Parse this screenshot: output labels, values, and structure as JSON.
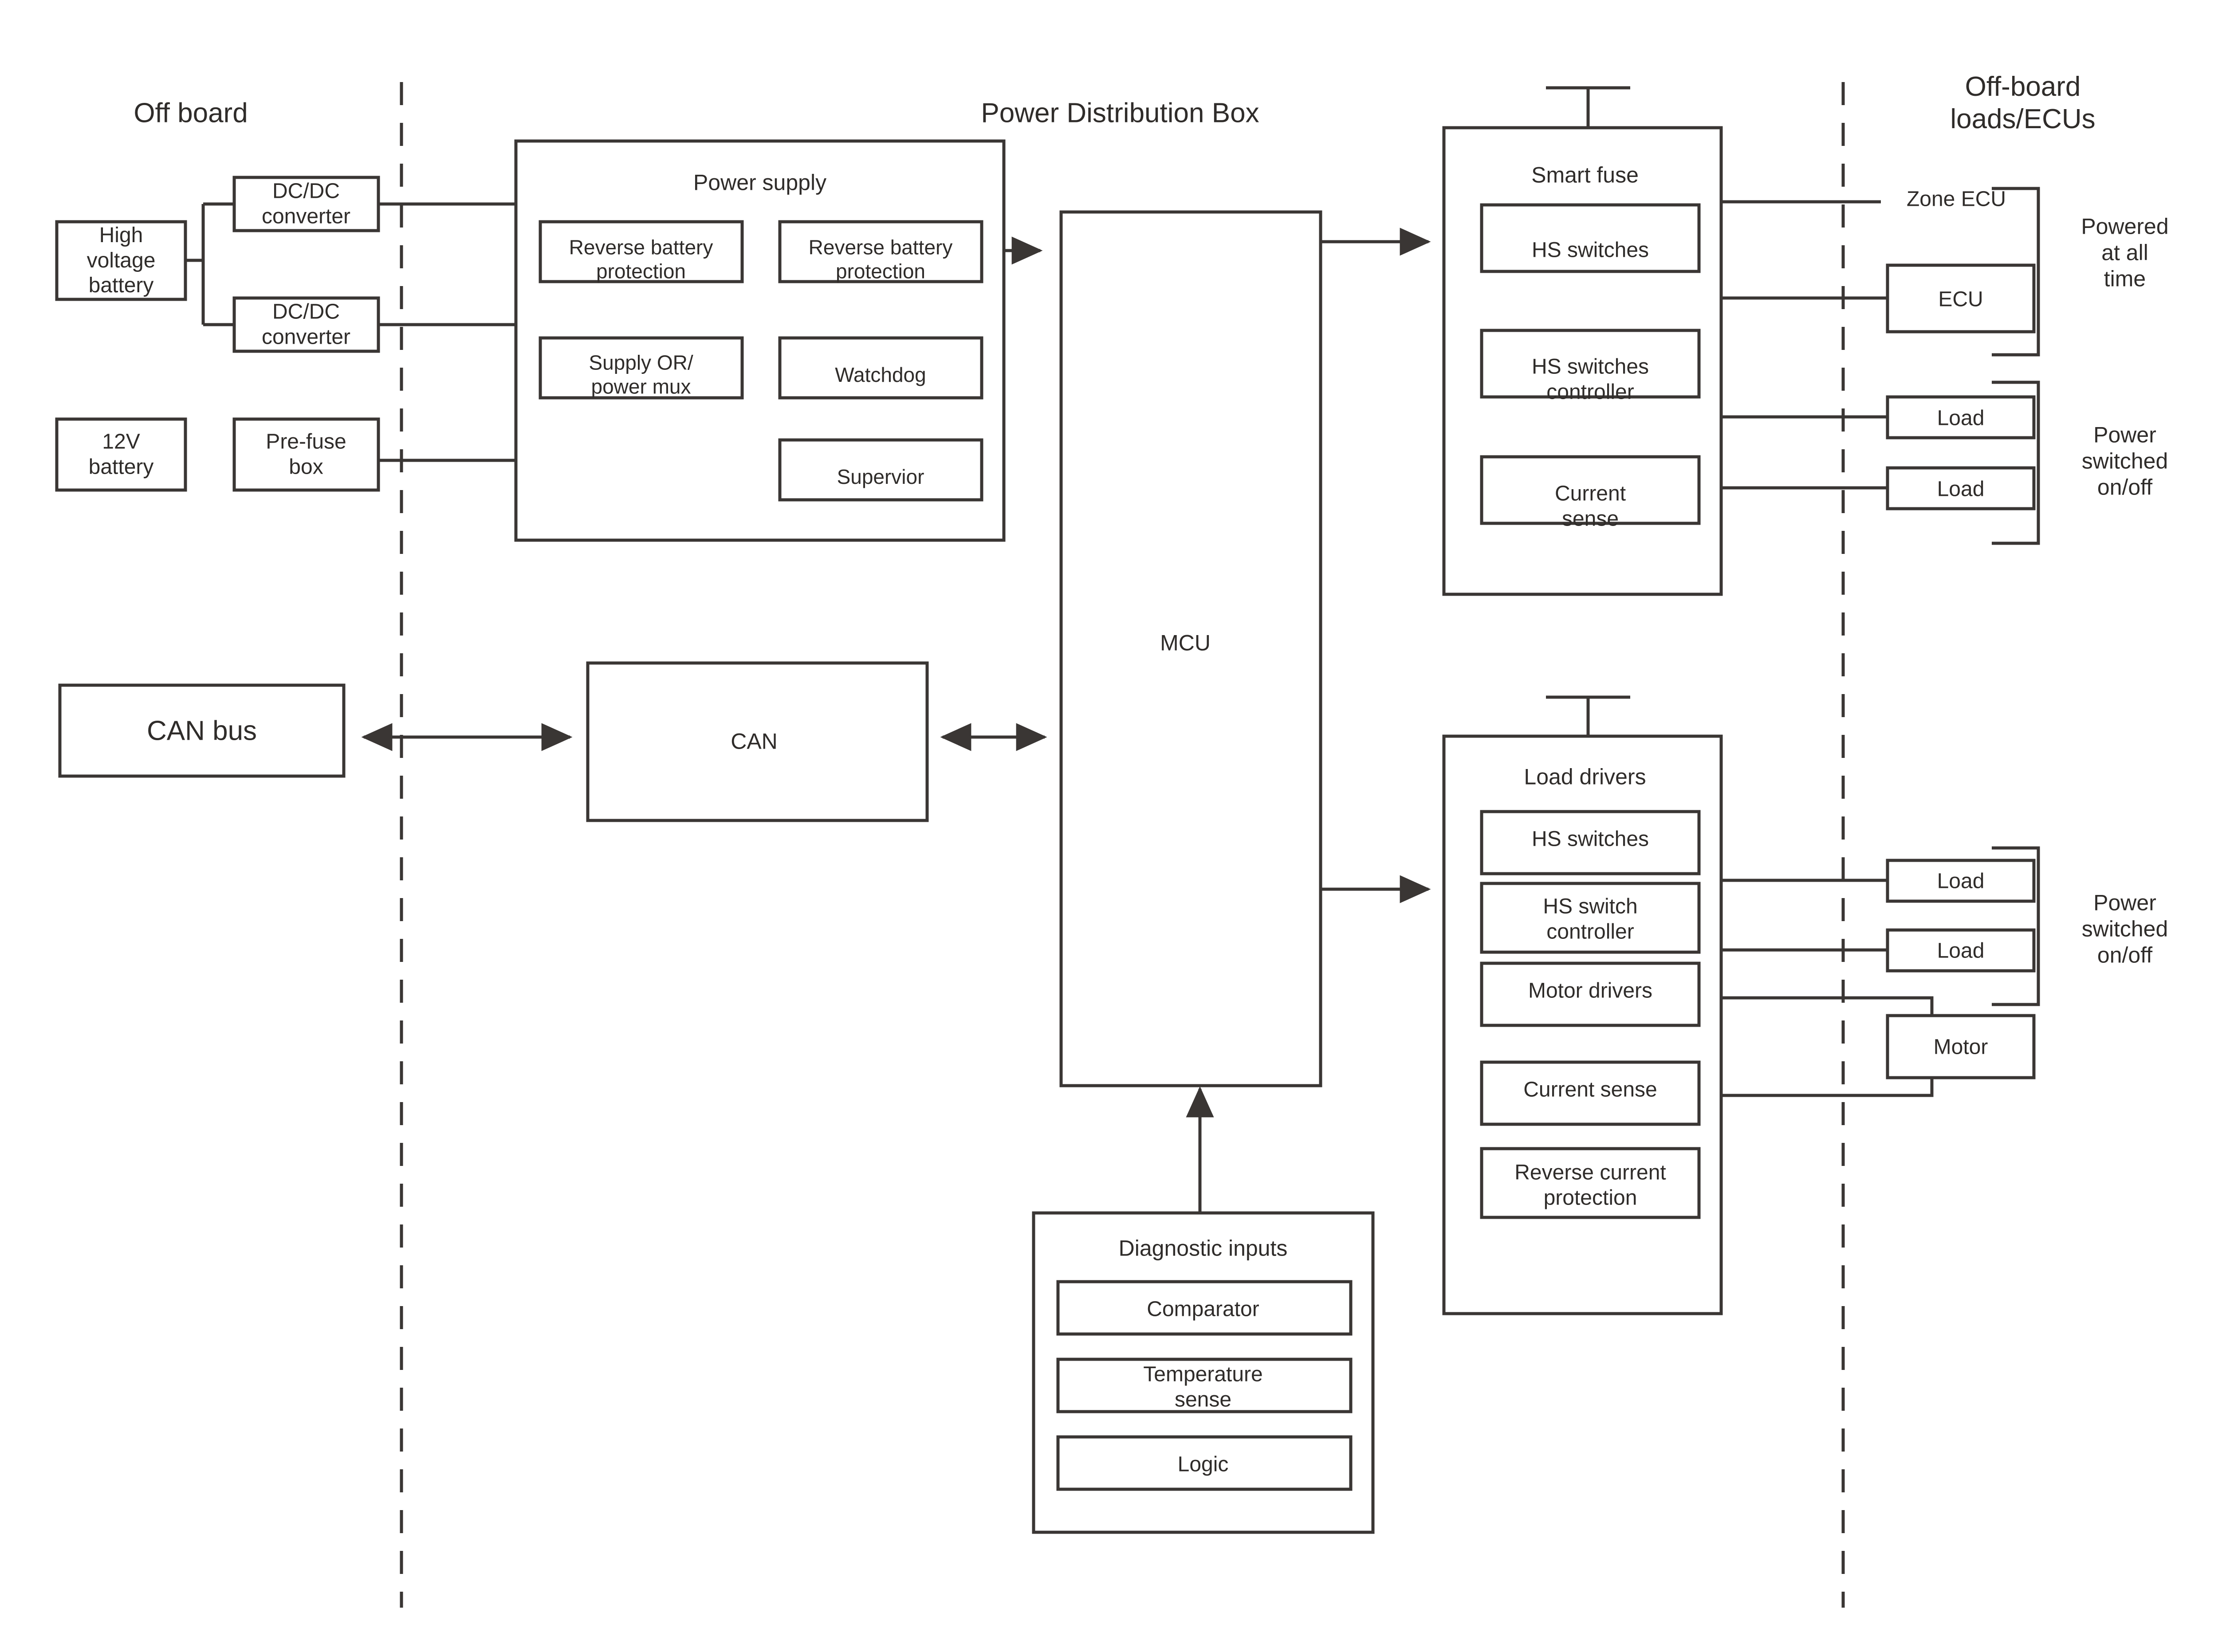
{
  "diagram": {
    "title_note": "Automotive power distribution box block diagram",
    "colors": {
      "line": "#3a3634",
      "text": "#2f2c2a",
      "background": "#ffffff"
    },
    "headers": {
      "off_board": "Off board",
      "power_distribution_box": "Power Distribution Box",
      "off_board_loads_ecus": "Off-board loads/ECUs"
    },
    "off_board": {
      "high_voltage_battery": "High\nvoltage\nbattery",
      "dcdc_converter_1": "DC/DC\nconverter",
      "dcdc_converter_2": "DC/DC\nconverter",
      "battery_12v": "12V\nbattery",
      "pre_fuse_box": "Pre-fuse\nbox",
      "can_bus": "CAN bus"
    },
    "pdb": {
      "power_supply": {
        "title": "Power supply",
        "blocks": [
          "Reverse battery\nprotection",
          "Reverse battery\nprotection",
          "Supply OR/\npower mux",
          "Watchdog",
          "Supervior"
        ]
      },
      "mcu": "MCU",
      "can": "CAN",
      "smart_fuse": {
        "title": "Smart fuse",
        "blocks": [
          "HS switches",
          "HS switches\ncontroller",
          "Current\nsense"
        ]
      },
      "load_drivers": {
        "title": "Load drivers",
        "blocks": [
          "HS switches",
          "HS switch\ncontroller",
          "Motor drivers",
          "Current sense",
          "Reverse current\nprotection"
        ]
      },
      "diagnostic_inputs": {
        "title": "Diagnostic inputs",
        "blocks": [
          "Comparator",
          "Temperature\nsense",
          "Logic"
        ]
      }
    },
    "loads": {
      "zone_ecu": "Zone ECU",
      "ecu": "ECU",
      "load_1": "Load",
      "load_2": "Load",
      "load_3": "Load",
      "load_4": "Load",
      "motor": "Motor",
      "bracket_labels": {
        "powered_at_all_time": "Powered\nat all time",
        "power_switched_on_off_upper": "Power\nswitched\non/off",
        "power_switched_on_off_lower": "Power\nswitched\non/off"
      }
    }
  }
}
